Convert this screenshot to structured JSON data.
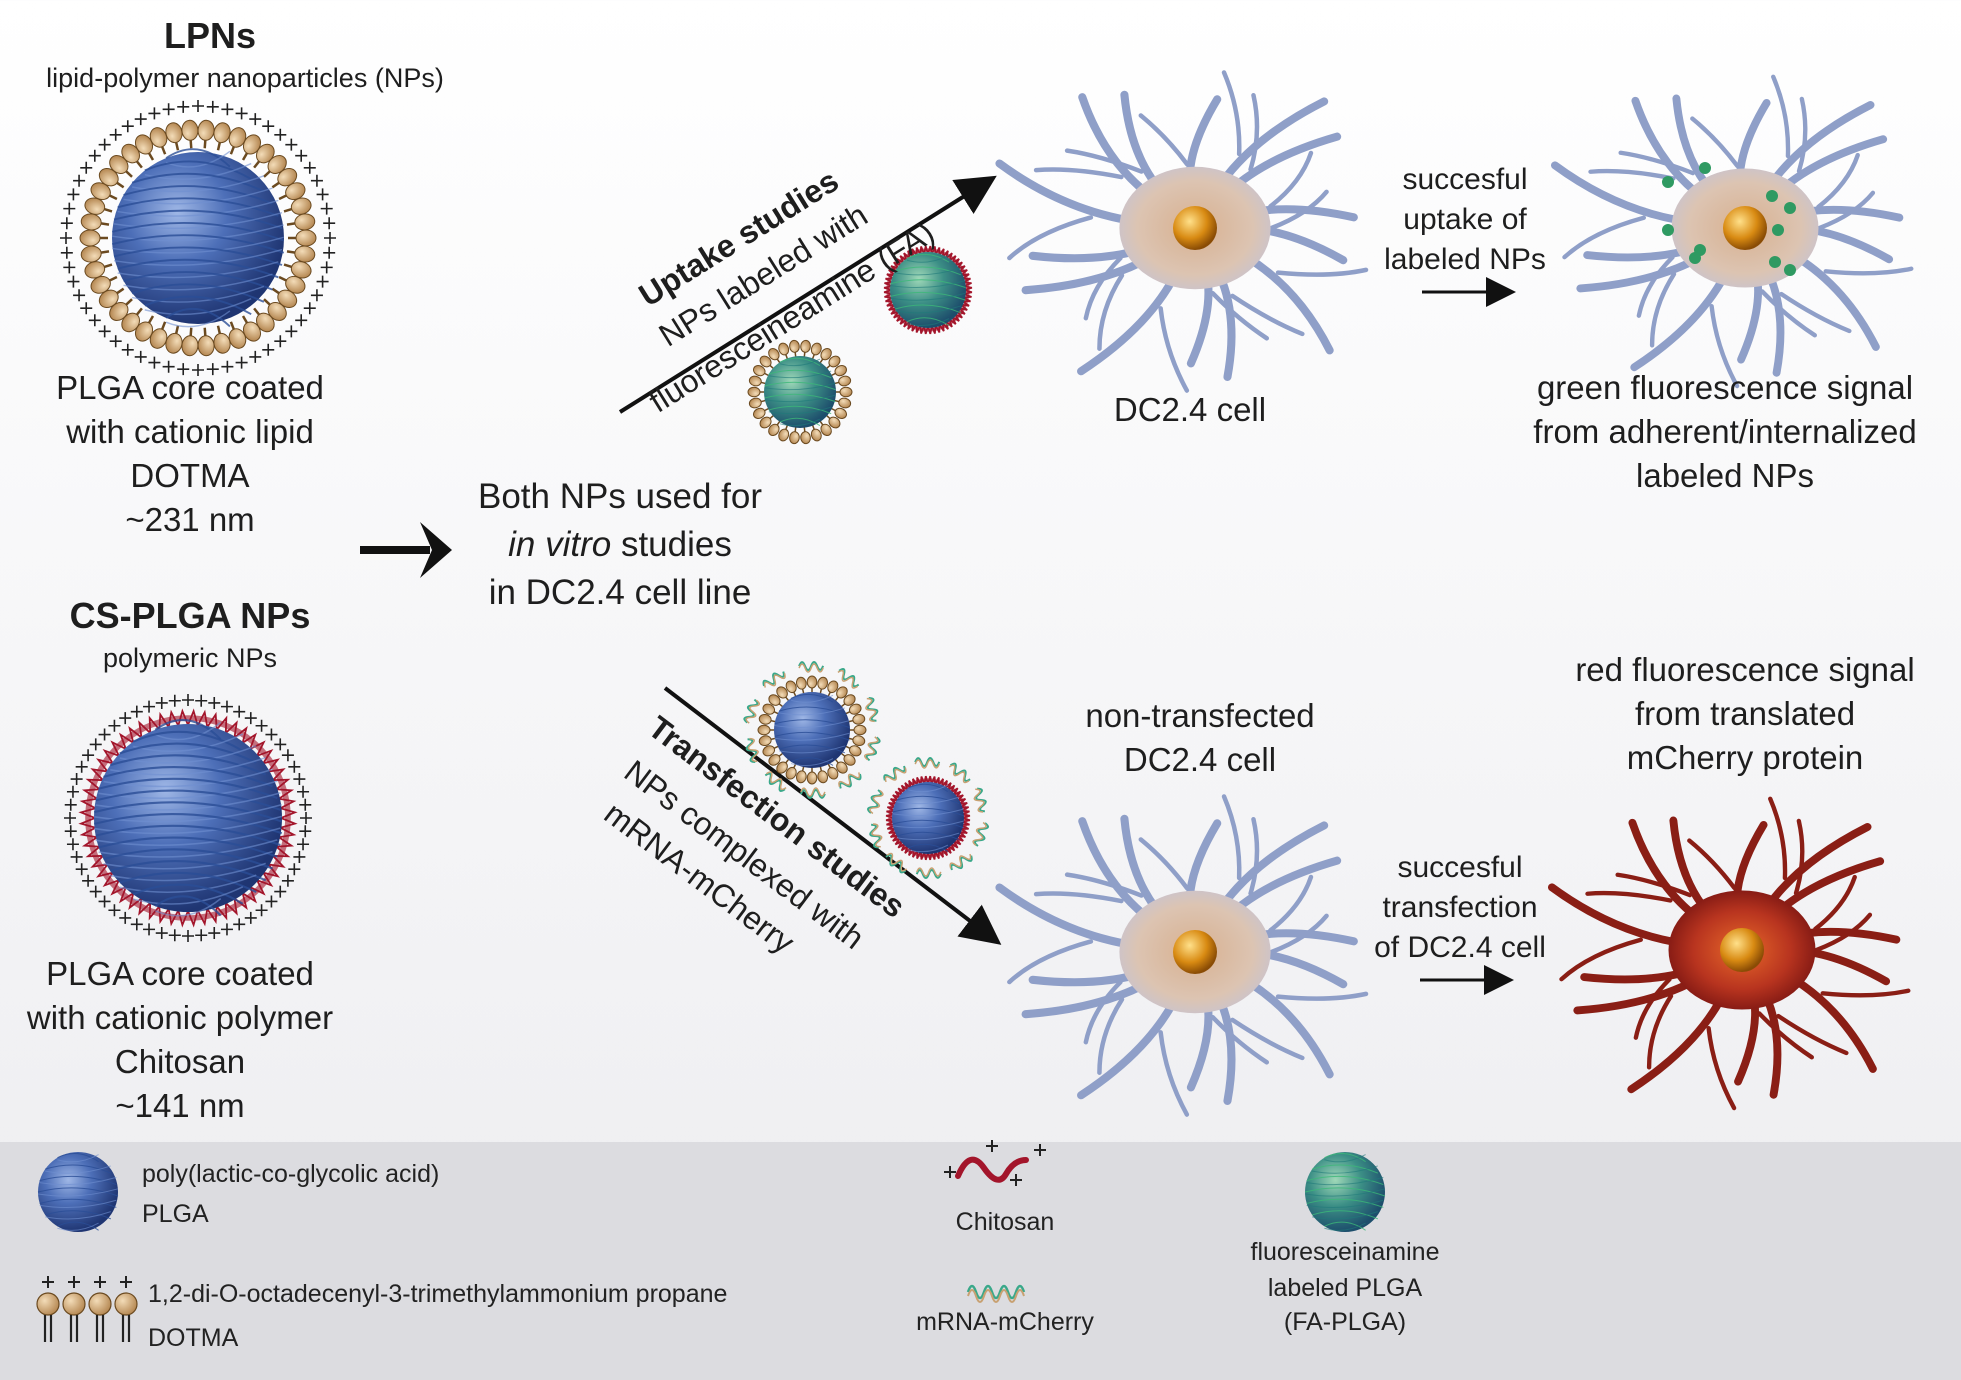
{
  "lpn": {
    "title": "LPNs",
    "subtitle": "lipid-polymer nanoparticles (NPs)",
    "desc1": "PLGA core coated",
    "desc2": "with cationic lipid",
    "desc3": "DOTMA",
    "size": "~231 nm"
  },
  "cs": {
    "title": "CS-PLGA NPs",
    "subtitle": "polymeric NPs",
    "desc1": "PLGA core coated",
    "desc2": "with cationic polymer",
    "desc3": "Chitosan",
    "size": "~141 nm"
  },
  "center": {
    "line1": "Both NPs used for",
    "line2_italic": "in vitro",
    "line2_rest": " studies",
    "line3": "in DC2.4 cell line"
  },
  "uptake": {
    "title": "Uptake studies",
    "line2": "NPs labeled with",
    "line3": "fluoresceineamine (FA)",
    "cell_label": "DC2.4 cell",
    "arrow1": "succesful",
    "arrow2": "uptake of",
    "arrow3": "labeled NPs",
    "result1": "green fluorescence signal",
    "result2": "from adherent/internalized",
    "result3": "labeled NPs"
  },
  "transfection": {
    "title": "Transfection studies",
    "line2": "NPs complexed with",
    "line3": "mRNA-mCherry",
    "cell_label1": "non-transfected",
    "cell_label2": "DC2.4 cell",
    "arrow1": "succesful",
    "arrow2": "transfection",
    "arrow3": "of DC2.4 cell",
    "result1": "red fluorescence signal",
    "result2": "from translated",
    "result3": "mCherry protein"
  },
  "legend": {
    "plga1": "poly(lactic-co-glycolic acid)",
    "plga2": "PLGA",
    "dotma1": "1,2-di-O-octadecenyl-3-trimethylammonium propane",
    "dotma2": "DOTMA",
    "chitosan": "Chitosan",
    "mrna": "mRNA-mCherry",
    "fa1": "fluoresceinamine",
    "fa2": "labeled PLGA",
    "fa3": "(FA-PLGA)"
  },
  "colors": {
    "plga_blue": "#3d5fa8",
    "lipid_tan": "#c8a172",
    "chitosan_red": "#a3152b",
    "fa_green": "#2f9a62",
    "cell_tan": "#d9b99a",
    "red_cell": "#c03a22"
  }
}
